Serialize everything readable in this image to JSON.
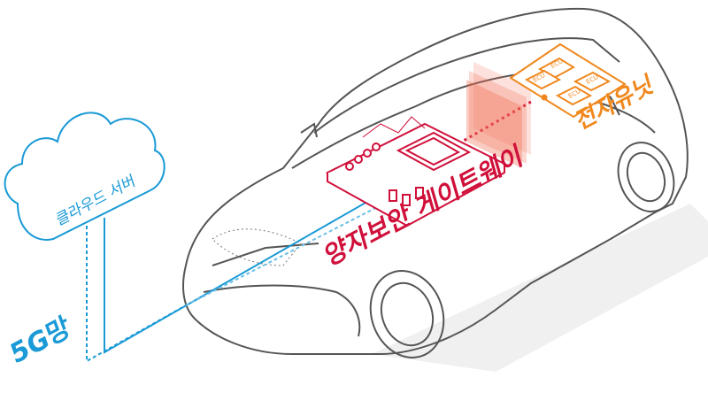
{
  "labels": {
    "cloud_server": "클라우드 서버",
    "network": "5G망",
    "gateway": "양자보안 게이트웨이",
    "electronic_unit": "전자유닛",
    "ecu": [
      "ECU",
      "ECU",
      "ECU",
      "ECU"
    ]
  },
  "colors": {
    "network": "#1a9ad6",
    "gateway": "#d0103a",
    "ecu": "#f0881e",
    "car_outline": "#555555"
  }
}
